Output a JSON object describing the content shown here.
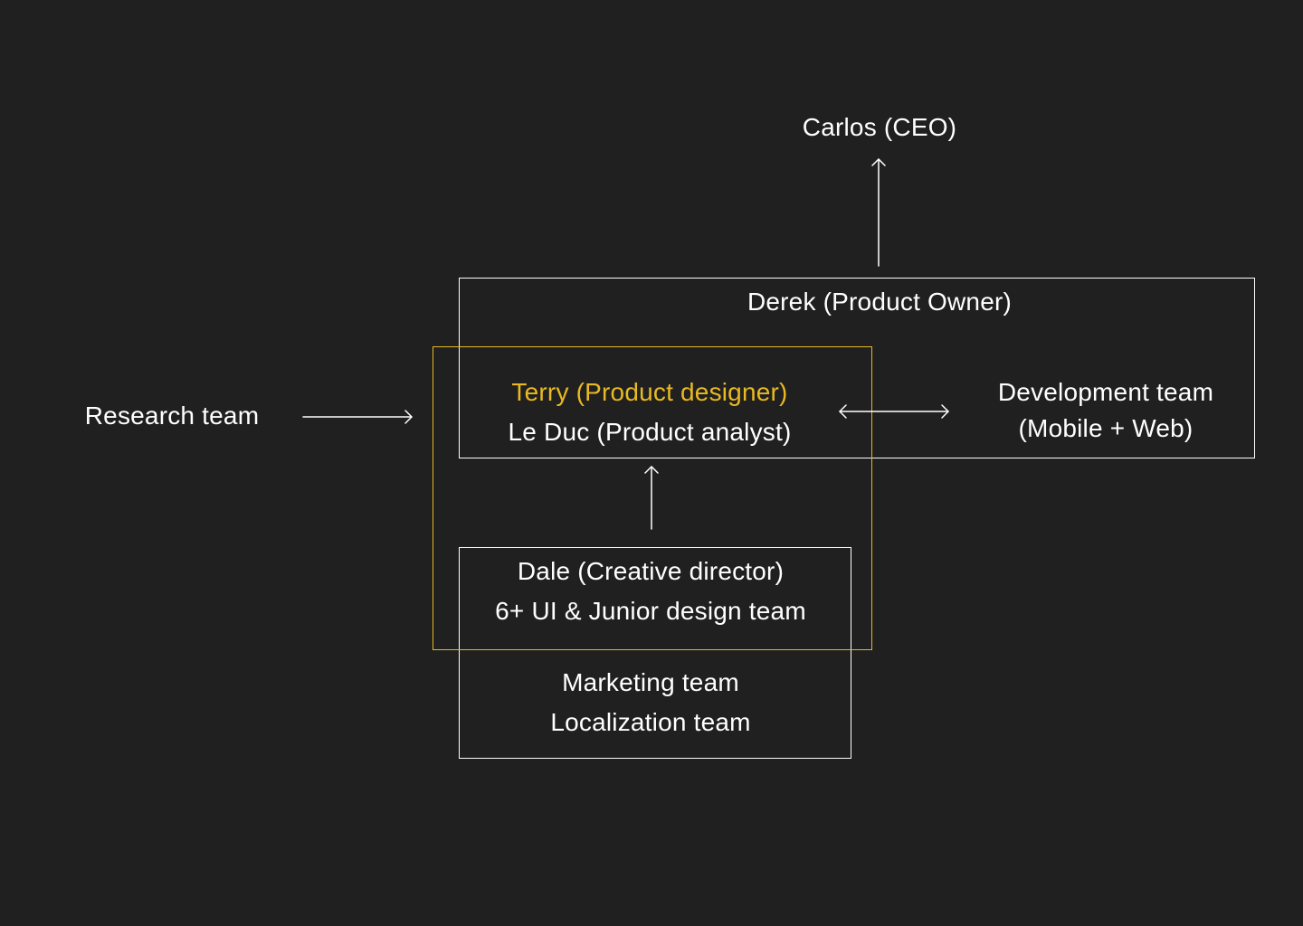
{
  "colors": {
    "background": "#202020",
    "foreground": "#ffffff",
    "highlight": "#e8b923"
  },
  "nodes": {
    "ceo": "Carlos (CEO)",
    "product_owner": "Derek (Product Owner)",
    "research": "Research team",
    "product_designer": "Terry (Product designer)",
    "product_analyst": "Le Duc (Product analyst)",
    "development": {
      "line1": "Development team",
      "line2": "(Mobile + Web)"
    },
    "creative_director": "Dale (Creative director)",
    "design_team": "6+ UI & Junior design team",
    "marketing": "Marketing team",
    "localization": "Localization team"
  }
}
